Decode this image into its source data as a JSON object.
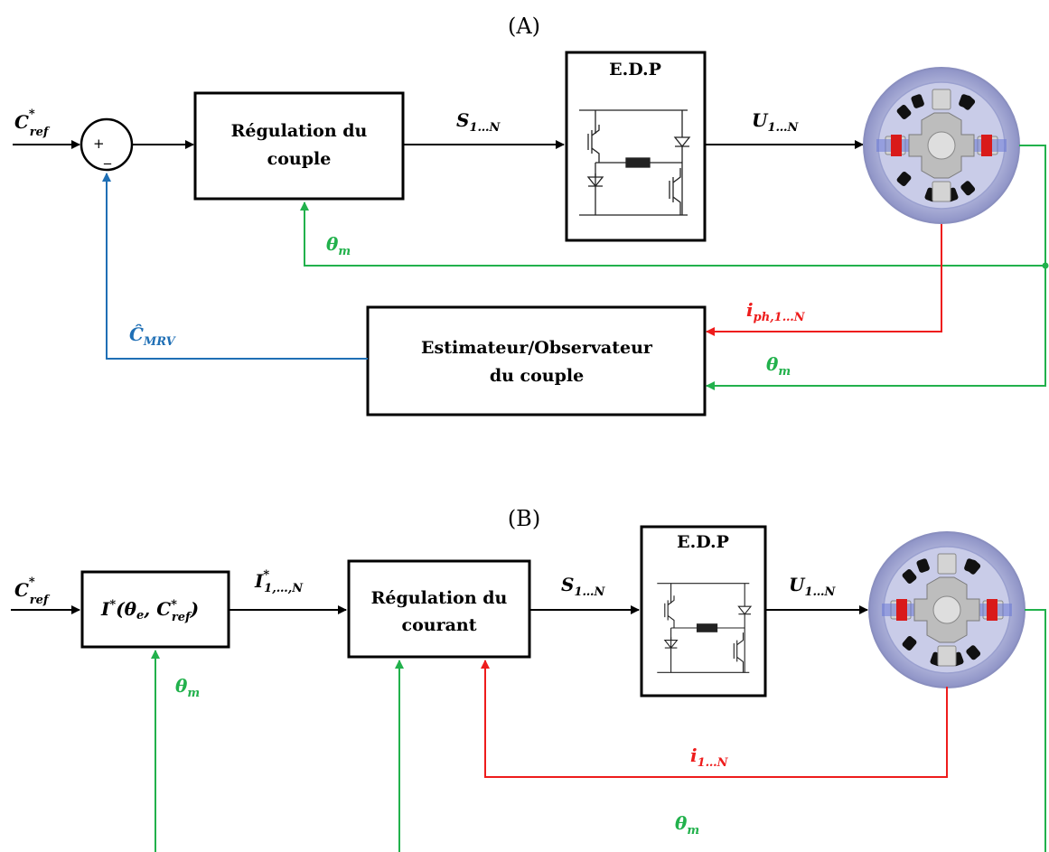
{
  "diagram_a": {
    "title": "(A)",
    "input": {
      "base": "C",
      "sup": "*",
      "sub": "ref"
    },
    "sum_plus": "+",
    "sum_minus": "_",
    "regulation_line1": "Régulation du",
    "regulation_line2": "couple",
    "s_label": {
      "base": "S",
      "sub": "1…N"
    },
    "edp": "E.D.P",
    "u_label": {
      "base": "U",
      "sub": "1…N"
    },
    "theta_top": {
      "base": "θ",
      "sub": "m"
    },
    "estimator_line1": "Estimateur/Observateur",
    "estimator_line2": "du couple",
    "c_hat": {
      "base": "Ĉ",
      "sub": "MRV"
    },
    "iph": {
      "base": "i",
      "sub": "ph,1…N"
    },
    "theta_est": {
      "base": "θ",
      "sub": "m"
    }
  },
  "diagram_b": {
    "title": "(B)",
    "input": {
      "base": "C",
      "sup": "*",
      "sub": "ref"
    },
    "iref_box": {
      "base": "I",
      "sup": "*",
      "args": "(θ",
      "args_sub": "e",
      "args2": ", C",
      "args2_sup": "*",
      "args2_sub": "ref",
      "args_close": ")"
    },
    "i_label": {
      "base": "I",
      "sup": "*",
      "sub": "1,…,N"
    },
    "regulation_line1": "Régulation du",
    "regulation_line2": "courant",
    "s_label": {
      "base": "S",
      "sub": "1…N"
    },
    "edp": "E.D.P",
    "u_label": {
      "base": "U",
      "sub": "1…N"
    },
    "theta_left": {
      "base": "θ",
      "sub": "m"
    },
    "i_fb": {
      "base": "i",
      "sub": "1…N"
    },
    "theta_bottom": {
      "base": "θ",
      "sub": "m"
    }
  },
  "colors": {
    "green": "#22b14c",
    "red": "#ee1c1c",
    "blue": "#1f6fb5",
    "black": "#000000"
  }
}
